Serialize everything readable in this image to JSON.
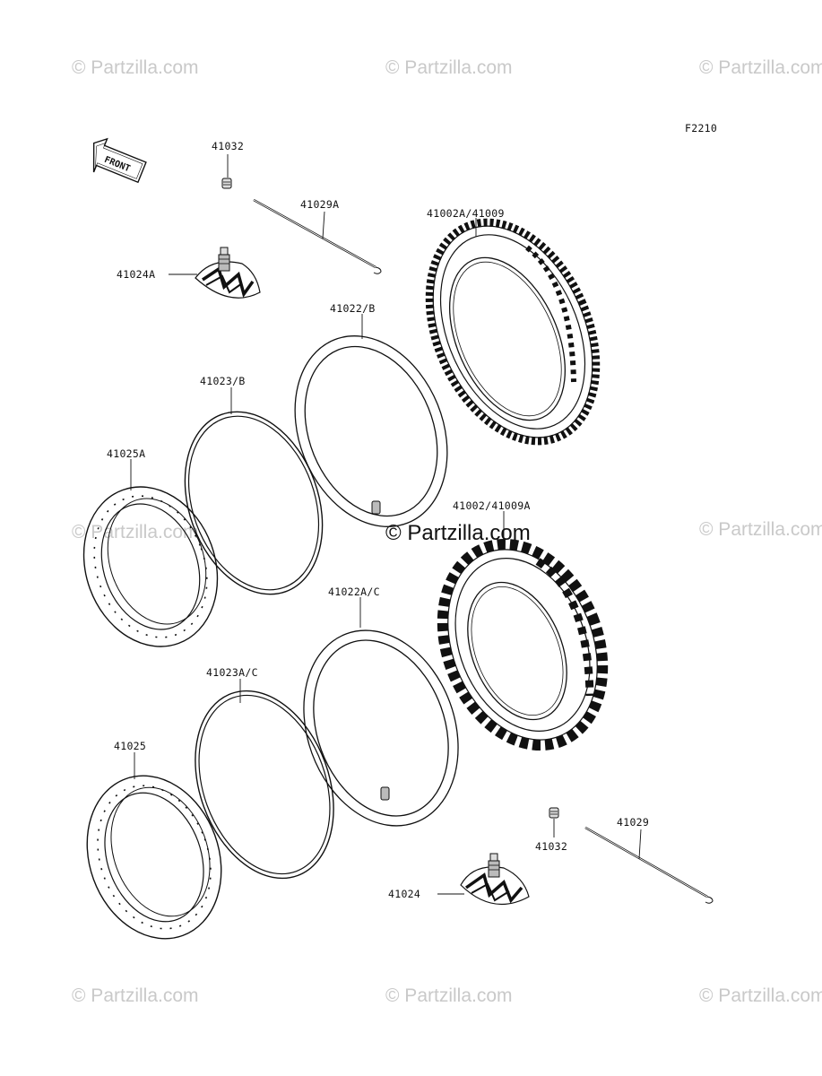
{
  "diagram_code": "F2210",
  "front_label": "FRONT",
  "watermarks": {
    "repeat": "© Partzilla.com",
    "center": "© Partzilla.com"
  },
  "parts": [
    {
      "id": "p1",
      "label": "41032"
    },
    {
      "id": "p2",
      "label": "41029A"
    },
    {
      "id": "p3",
      "label": "41024A"
    },
    {
      "id": "p4",
      "label": "41002A/41009"
    },
    {
      "id": "p5",
      "label": "41022/B"
    },
    {
      "id": "p6",
      "label": "41023/B"
    },
    {
      "id": "p7",
      "label": "41025A"
    },
    {
      "id": "p8",
      "label": "41002/41009A"
    },
    {
      "id": "p9",
      "label": "41022A/C"
    },
    {
      "id": "p10",
      "label": "41023A/C"
    },
    {
      "id": "p11",
      "label": "41025"
    },
    {
      "id": "p12",
      "label": "41029"
    },
    {
      "id": "p13",
      "label": "41032"
    },
    {
      "id": "p14",
      "label": "41024"
    }
  ]
}
